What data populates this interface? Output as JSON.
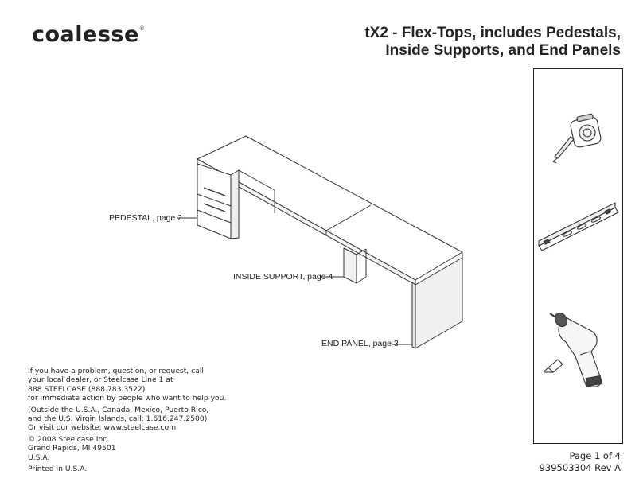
{
  "header": {
    "brand": "coalesse",
    "brand_mark": "®",
    "title_line1": "tX2 - Flex-Tops, includes Pedestals,",
    "title_line2": "Inside Supports, and End Panels"
  },
  "callouts": {
    "pedestal": "PEDESTAL, page 2",
    "inside_support": "INSIDE SUPPORT, page 4",
    "end_panel": "END PANEL, page 3"
  },
  "tools": [
    {
      "name": "tape-measure-icon"
    },
    {
      "name": "level-icon"
    },
    {
      "name": "drill-driver-icon"
    }
  ],
  "footer": {
    "help_lines": [
      "If you have a problem, question, or request, call",
      "your local dealer, or Steelcase Line 1 at",
      "888.STEELCASE (888.783.3522)",
      "for immediate action by people who want to help you."
    ],
    "outside_lines": [
      "(Outside the U.S.A., Canada, Mexico, Puerto Rico,",
      "and the U.S. Virgin Islands, call: 1.616.247.2500)",
      "Or visit our website: www.steelcase.com"
    ],
    "address_lines": [
      "© 2008 Steelcase Inc.",
      "Grand Rapids, MI 49501",
      "U.S.A."
    ],
    "printed": "Printed in U.S.A."
  },
  "page_info": {
    "page": "Page 1 of 4",
    "doc_number": "939503304 Rev A"
  }
}
